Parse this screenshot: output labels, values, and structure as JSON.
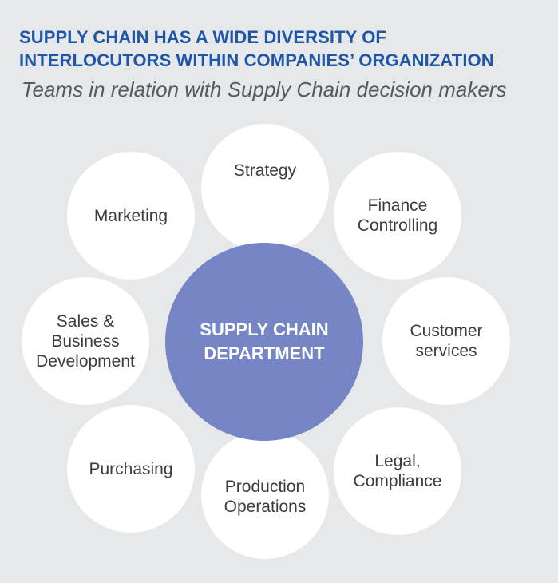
{
  "header": {
    "title_line1": "SUPPLY CHAIN HAS A WIDE DIVERSITY OF",
    "title_line2": "INTERLOCUTORS WITHIN COMPANIES’ ORGANIZATION",
    "subtitle": "Teams in relation with Supply Chain decision makers"
  },
  "diagram": {
    "center_label": "SUPPLY CHAIN\nDEPARTMENT",
    "teams": {
      "strategy": "Strategy",
      "marketing": "Marketing",
      "finance": "Finance\nControlling",
      "sales": "Sales &\nBusiness\nDevelopment",
      "customer": "Customer\nservices",
      "purchasing": "Purchasing",
      "legal": "Legal,\nCompliance",
      "production": "Production\nOperations"
    }
  },
  "colors": {
    "title": "#1f56a8",
    "subtitle": "#555a5e",
    "background": "#e7e8e9",
    "team_circle": "#ffffff",
    "center_circle": "#7685c5",
    "team_text": "#3b3d40",
    "center_text": "#ffffff"
  }
}
